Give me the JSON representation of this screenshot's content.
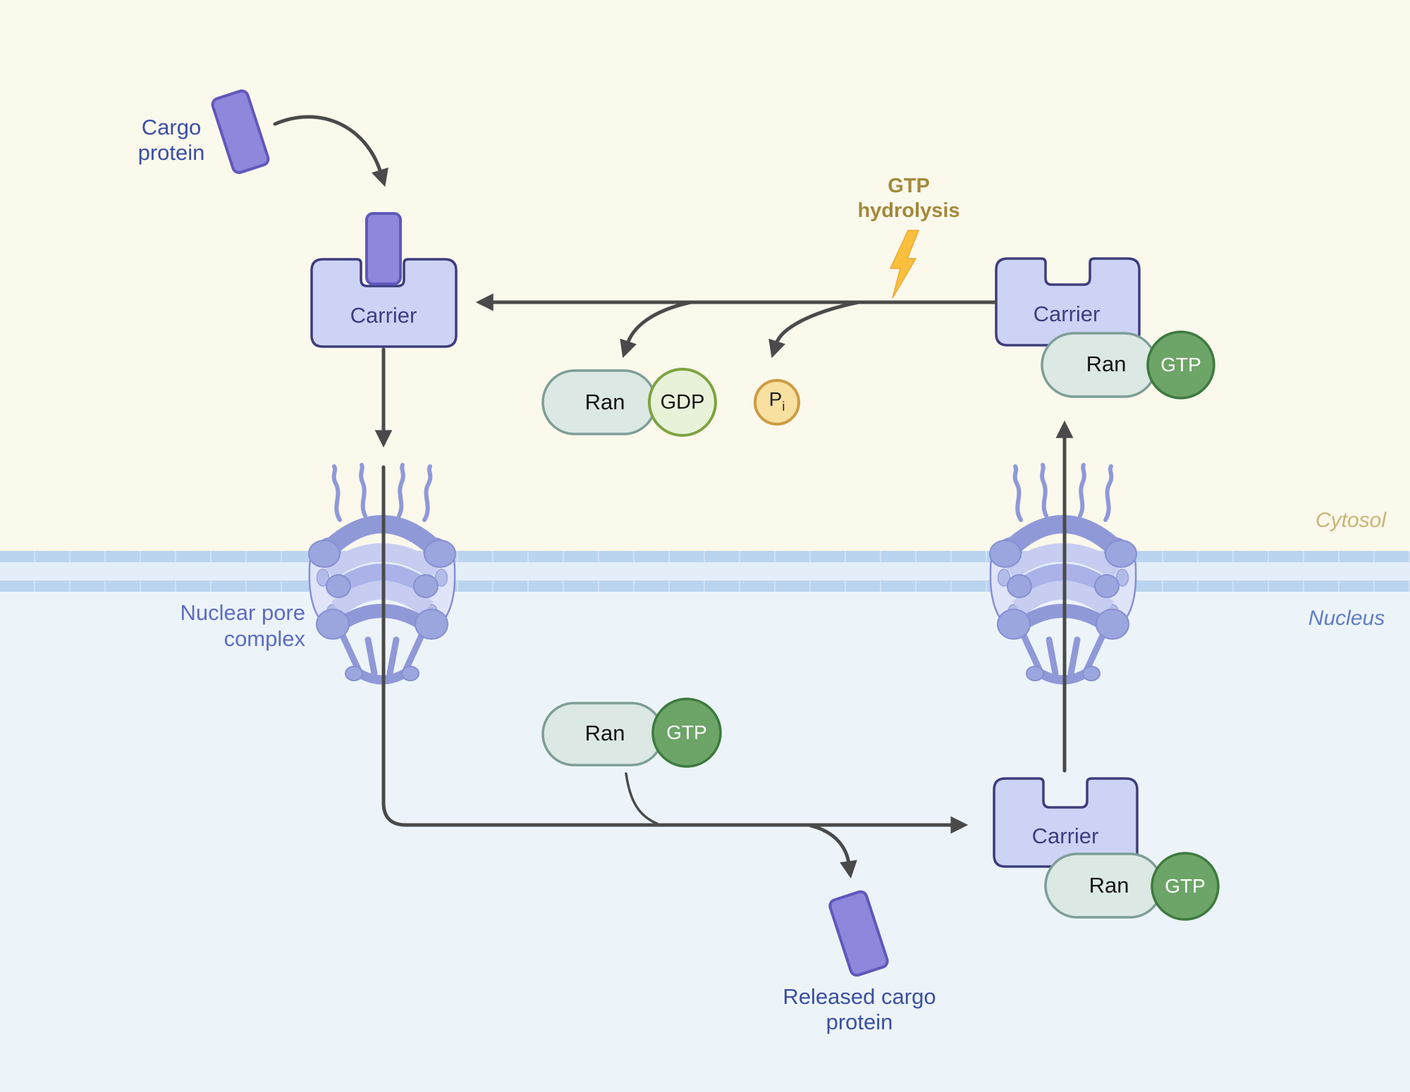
{
  "terms": {
    "carrier": "Carrier",
    "ran": "Ran",
    "gtp": "GTP",
    "gdp": "GDP",
    "pi_main": "P",
    "pi_sub": "i"
  },
  "labels": {
    "cargo_protein": {
      "line1": "Cargo",
      "line2": "protein"
    },
    "gtp_hydrolysis": {
      "line1": "GTP",
      "line2": "hydrolysis"
    },
    "nuclear_pore_complex": {
      "line1": "Nuclear pore",
      "line2": "complex"
    },
    "released_cargo_protein": {
      "line1": "Released cargo",
      "line2": "protein"
    },
    "cytosol": "Cytosol",
    "nucleus": "Nucleus"
  },
  "colors": {
    "cytosol_bg": "#fbf8ec",
    "nucleus_bg": "#edf4f9",
    "membrane_band": "#bad4f0",
    "membrane_seam": "#cfe0f5",
    "membrane_gap": "#e4eef9",
    "carrier_fill": "#cdd3f5",
    "carrier_border": "#3d3d7c",
    "cargo_fill": "#8e87dc",
    "cargo_border": "#6058bb",
    "ran_fill": "#dce8e3",
    "ran_border": "#7d9e97",
    "gtp_fill": "#6da467",
    "gtp_border": "#3d7a3f",
    "gdp_fill": "#e8f2d9",
    "gdp_border": "#7da33f",
    "pi_fill": "#f7e0a0",
    "pi_border": "#cd9c44",
    "arrow": "#4a4a4a",
    "bolt": "#f9bf3d",
    "bolt_edge": "#edaa35",
    "pore_main": "#8f99d8",
    "pore_light": "#c7cdf1",
    "pore_mid": "#aab2e8",
    "pore_lobe": "#e0e4f8",
    "pore_knob": "#9ba5de",
    "pore_edge": "#8690d2",
    "lbl_royal": "#3a4fa3",
    "lbl_peri": "#5c6cc2",
    "lbl_gold": "#a3893a",
    "lbl_cytosol": "#c9b577",
    "lbl_nucleus": "#5e7dc2",
    "lbl_carrier": "#3e3e80",
    "lbl_dark": "#141414"
  }
}
